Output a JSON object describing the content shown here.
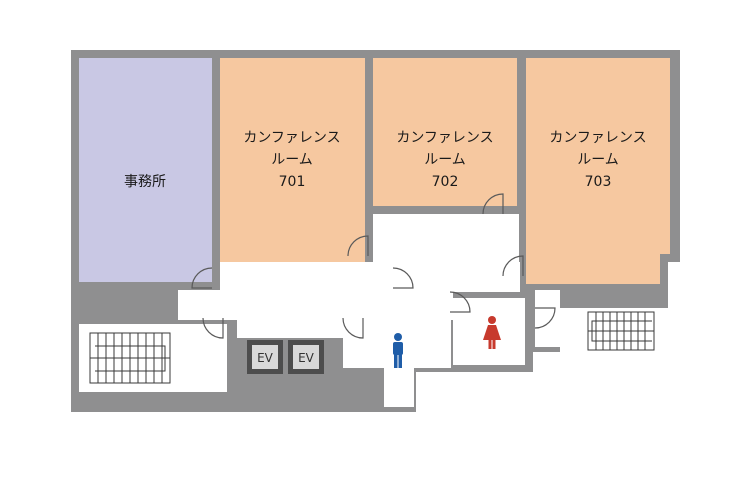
{
  "colors": {
    "wall": "#8f8f90",
    "office": "#c9c8e4",
    "conference": "#f6c8a0",
    "corridor": "#ffffff",
    "ev_box": "#4d4d4d",
    "ev_inner": "#d9d9d9",
    "male_icon": "#1f5da8",
    "female_icon": "#c73a2d"
  },
  "rooms": {
    "office": {
      "label": "事務所"
    },
    "conf701": {
      "line1": "カンファレンス",
      "line2": "ルーム",
      "number": "701"
    },
    "conf702": {
      "line1": "カンファレンス",
      "line2": "ルーム",
      "number": "702"
    },
    "conf703": {
      "line1": "カンファレンス",
      "line2": "ルーム",
      "number": "703"
    }
  },
  "elevators": {
    "ev1": "EV",
    "ev2": "EV"
  },
  "icons": {
    "male_restroom": "male-restroom-icon",
    "female_restroom": "female-restroom-icon",
    "stairs": "stairs-icon",
    "door_swing": "door-swing-icon"
  }
}
